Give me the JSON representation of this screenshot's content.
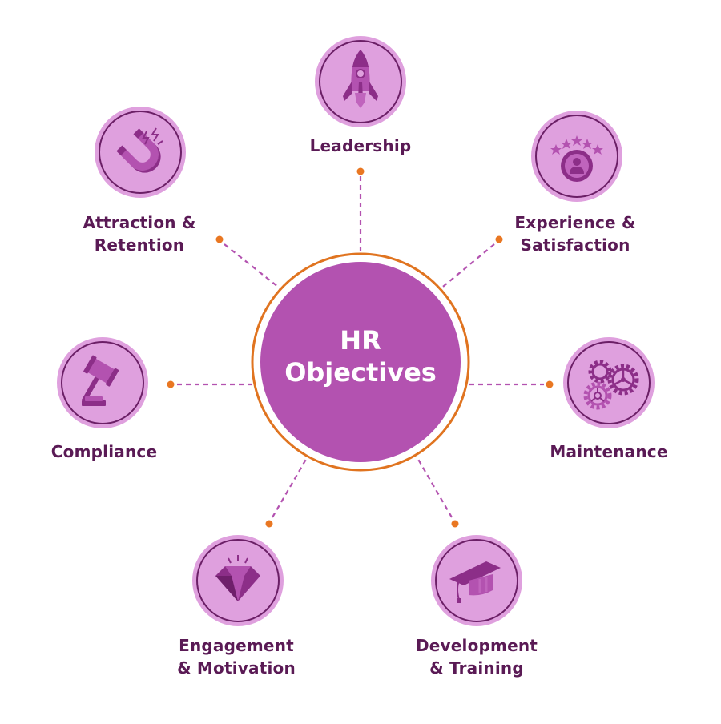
{
  "diagram": {
    "title": "HR Objectives",
    "center": {
      "line1": "HR",
      "line2": "Objectives"
    },
    "colors": {
      "center_fill": "#b352b0",
      "center_ring": "#e07420",
      "node_fill": "#dfa0de",
      "node_ring": "#6b1f66",
      "icon_dark": "#8c2e88",
      "icon_mid": "#b352b0",
      "connector": "#b352b0",
      "dot": "#e97722",
      "label": "#5a1a55"
    },
    "nodes": [
      {
        "id": "leadership",
        "line1": "Leadership",
        "line2": "",
        "icon": "rocket-icon"
      },
      {
        "id": "experience",
        "line1": "Experience &",
        "line2": "Satisfaction",
        "icon": "rated-user-icon"
      },
      {
        "id": "maintenance",
        "line1": "Maintenance",
        "line2": "",
        "icon": "gears-icon"
      },
      {
        "id": "development",
        "line1": "Development",
        "line2": "& Training",
        "icon": "graduation-cap-icon"
      },
      {
        "id": "engagement",
        "line1": "Engagement",
        "line2": "& Motivation",
        "icon": "diamond-icon"
      },
      {
        "id": "compliance",
        "line1": "Compliance",
        "line2": "",
        "icon": "gavel-icon"
      },
      {
        "id": "attraction",
        "line1": "Attraction &",
        "line2": "Retention",
        "icon": "magnet-icon"
      }
    ]
  }
}
